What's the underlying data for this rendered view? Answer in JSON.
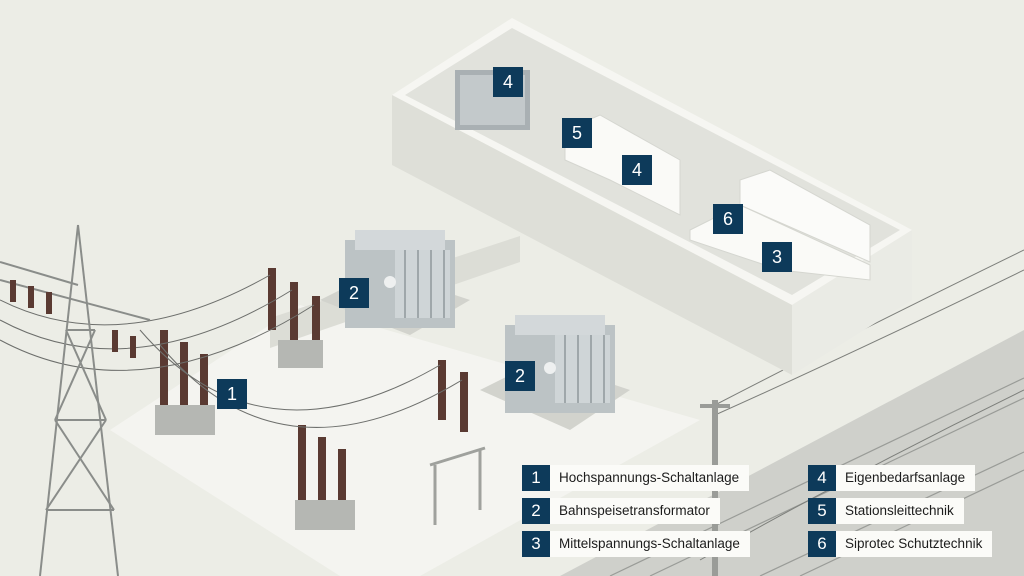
{
  "markers": [
    {
      "id": "m-hv-switchgear",
      "label": "1"
    },
    {
      "id": "m-transformer-a",
      "label": "2"
    },
    {
      "id": "m-transformer-b",
      "label": "2"
    },
    {
      "id": "m-mv-switchgear",
      "label": "3"
    },
    {
      "id": "m-aux-supply-a",
      "label": "4"
    },
    {
      "id": "m-aux-supply-b",
      "label": "4"
    },
    {
      "id": "m-station-control",
      "label": "5"
    },
    {
      "id": "m-protection",
      "label": "6"
    }
  ],
  "legend": [
    {
      "number": "1",
      "text": "Hochspannungs-Schaltanlage"
    },
    {
      "number": "2",
      "text": "Bahnspeisetransformator"
    },
    {
      "number": "3",
      "text": "Mittelspannungs-Schaltanlage"
    },
    {
      "number": "4",
      "text": "Eigenbedarfsanlage"
    },
    {
      "number": "5",
      "text": "Stationsleittechnik"
    },
    {
      "number": "6",
      "text": "Siprotec Schutztechnik"
    }
  ],
  "colors": {
    "marker": "#0d3a5a",
    "background": "#ecede6",
    "insulator": "#5a3a32",
    "steel": "#8a8d8a"
  }
}
